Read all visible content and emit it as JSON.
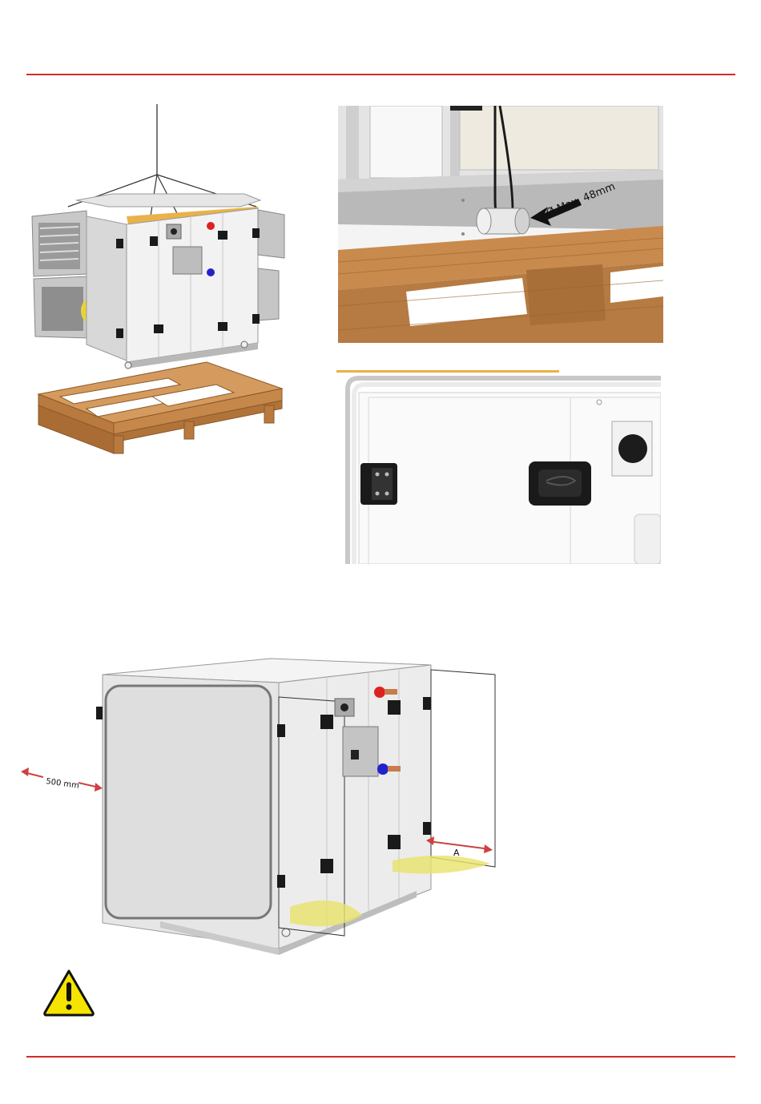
{
  "colors": {
    "accent_rule": "#d42b27",
    "wood": "#c98a4e",
    "clearance_zone": "#e9e26a",
    "warning_fill": "#f5e400",
    "dimension_arrow": "#d04040"
  },
  "figures": {
    "pallet_detail": {
      "pipe_label": "Ø Max. 48mm"
    },
    "clearance": {
      "side_clearance": "500 mm",
      "front_dim": "A"
    }
  },
  "icons": {
    "warning": "warning-triangle-icon"
  }
}
